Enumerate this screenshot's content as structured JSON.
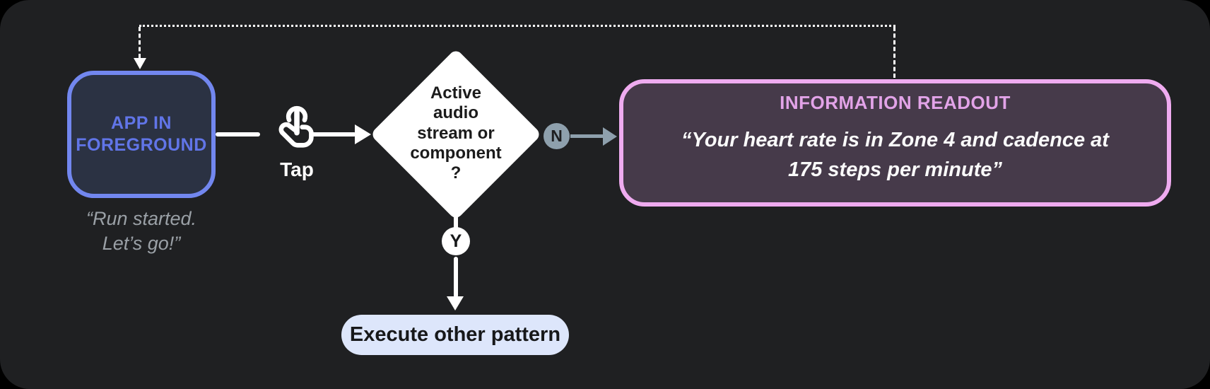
{
  "diagram": {
    "app_node": {
      "label": "APP IN\nFOREGROUND",
      "speech": "“Run started.\nLet’s go!”",
      "fill": "#2b3243",
      "border": "#7287ef",
      "text_color": "#6175e8"
    },
    "tap": {
      "label": "Tap"
    },
    "decision": {
      "label": "Active\naudio\nstream or\ncomponent\n?",
      "fill": "#ffffff"
    },
    "branch_no": {
      "badge": "N",
      "fill": "#8ea0ad"
    },
    "branch_yes": {
      "badge": "Y",
      "fill": "#ffffff"
    },
    "readout": {
      "title": "INFORMATION READOUT",
      "speech": "“Your heart rate is in Zone 4 and cadence at\n175 steps per minute”",
      "fill": "#463a4a",
      "border": "#efabf0",
      "title_color": "#e2a3e8"
    },
    "execute": {
      "label": "Execute other pattern",
      "fill": "#dde6fb"
    },
    "colors": {
      "card_bg": "#1f2022",
      "outer_bg": "#000000",
      "connector_white": "#ffffff",
      "connector_gray": "#8ea0ad",
      "quote_text": "#9aa0a6"
    }
  }
}
